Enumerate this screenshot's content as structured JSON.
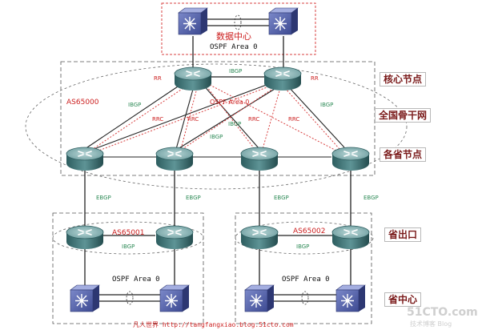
{
  "diagram": {
    "datacenter": {
      "name": "数据中心",
      "area": "OSPF Area 0"
    },
    "backbone": {
      "as": "AS65000",
      "area": "OSPF Area 0",
      "rr_label": "RR",
      "rrc_label": "RRC",
      "ibgp_label": "IBGP"
    },
    "ebgp_label": "EBGP",
    "province_left": {
      "as": "AS65001",
      "ibgp": "IBGP",
      "area": "OSPF Area 0"
    },
    "province_right": {
      "as": "AS65002",
      "ibgp": "IBGP",
      "area": "OSPF Area 0"
    },
    "side_labels": {
      "core": "核心节点",
      "national": "全国骨干网",
      "province_nodes": "各省节点",
      "exit": "省出口",
      "center": "省中心"
    },
    "footer": "凡人世界  http://tangfangxiao.blog.51cto.com",
    "watermark": {
      "main": "51CTO.com",
      "sub": "技术博客  Blog"
    }
  }
}
